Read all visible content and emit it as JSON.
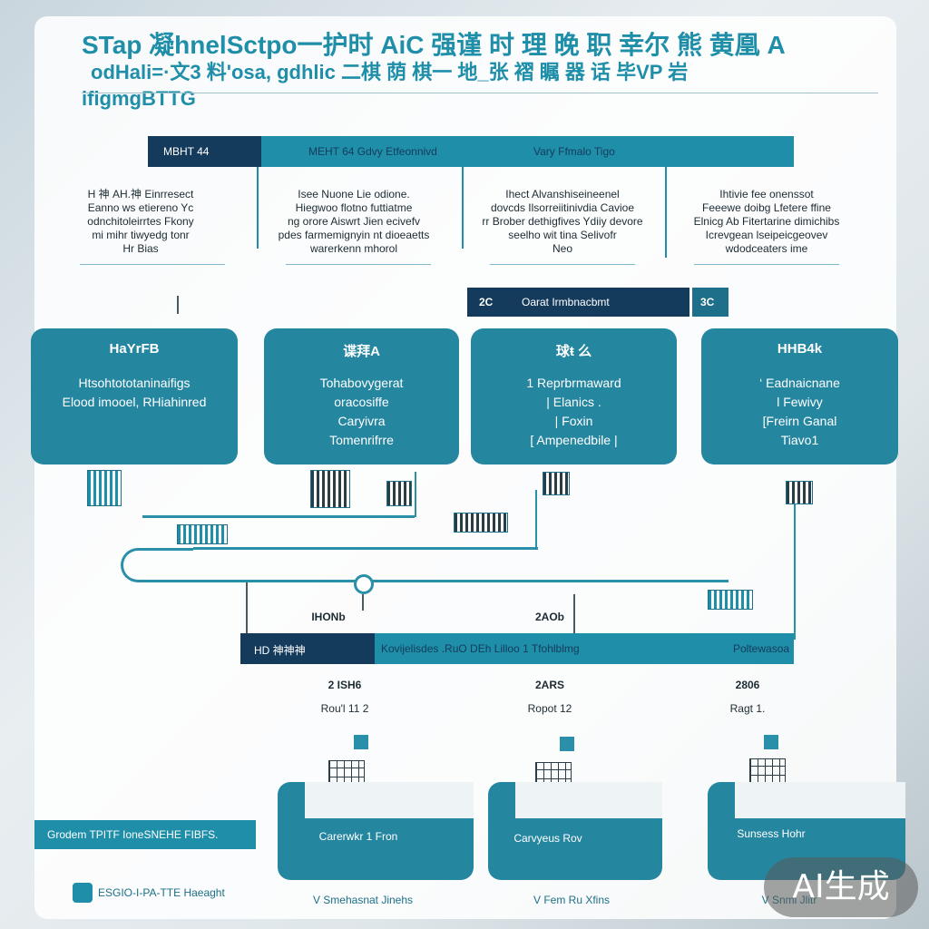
{
  "title": {
    "line1": "STap 凝hnelSctpo一护时 AiC 强谨 时 理 晚 职 幸尔 熊 黄凰 A",
    "line2": "odHali=·文3 料'osa, gdhlic 二棋 荫 棋一 地_张 褶 瞩 器 话 毕VP 岩",
    "line3": "ifigmgBTTG"
  },
  "top_bar": {
    "dark_label": "MBHT 44",
    "center_label": "MEHT 64 Gdvy Etfeonnivd",
    "right_label": "Vary Ffmalo Tigo"
  },
  "columns": [
    {
      "lines": [
        "H 神 AH.神 Einrresect",
        "Eanno ws etiereno Yc",
        "odnchitoleirrtes Fkony",
        "mi mihr tiwyedg tonr",
        "Hr Bias"
      ]
    },
    {
      "lines": [
        "Isee Nuone Lie odione.",
        "Hiegwoo flotno futtiatme",
        "ng orore Aiswrt Jien ecivefv",
        "pdes farmemignyin nt dioeaetts",
        "warerkenn mhorol"
      ]
    },
    {
      "lines": [
        "Ihect Alvanshiseineenel",
        "dovcds Ilsorreiitinivdia Cavioe",
        "rr Brober dethigfives Ydiiy devore",
        "seelho wit tina Selivofr",
        "Neo"
      ]
    },
    {
      "lines": [
        "Ihtivie fee onenssot",
        "Feeewe doibg Lfetere ffine",
        "Elnicg Ab Fitertarine dimichibs",
        "Icrevgean lseipeicgeovev",
        "wdodceaters ime"
      ]
    }
  ],
  "mid_bar": {
    "left": "2C",
    "center": "Oarat Irmbnacbmt",
    "tab": "3C"
  },
  "cards": [
    {
      "title": "HaYrFB",
      "lines": [
        "Htsohtototaninaifigs",
        "Elood imooel, RHiahinred"
      ]
    },
    {
      "title": "谍拜A",
      "lines": [
        "Tohabovygerat",
        "oracosiffe",
        "Caryivra",
        "Tomenrifrre"
      ]
    },
    {
      "title": "球ŧ 么",
      "lines": [
        "1 Reprbrmaward",
        "| Elanics .",
        "| Foxin",
        "[ Ampenedbile |"
      ]
    },
    {
      "title": "HHB4k",
      "lines": [
        "‘ Eadnaicnane",
        "l Fewivy",
        "[Freirn Ganal",
        "Tiavo1"
      ]
    }
  ],
  "years_top": [
    "IHONb",
    "2AOb"
  ],
  "low_bar": {
    "dark_label": "HD 神神神",
    "center_label": "Kovijelisdes .RuO DEh Lilloo 1 Tfohlblmg",
    "right_label": "Poltewasoa"
  },
  "years_bottom": [
    {
      "year": "2 ISH6",
      "sub": "Rou'l 11 2"
    },
    {
      "year": "2ARS",
      "sub": "Ropot 12"
    },
    {
      "year": "2806",
      "sub": "Ragt 1."
    }
  ],
  "bottom_label": "Grodem  TPITF  IoneSNEHE  FIBFS.",
  "trays": [
    {
      "label": "Carerwkr 1 Fron",
      "foot": "V  Smehasnat Jinehs"
    },
    {
      "label": "Carvyeus Rov",
      "foot": "V  Fem Ru Xfins"
    },
    {
      "label": "Sunsess Hohr",
      "foot": "V  Snmi  Jlitr"
    }
  ],
  "footer": {
    "text": "ESGIO-I-PA-TTE Haeaght"
  },
  "watermark": "AI生成",
  "colors": {
    "accent": "#1e8ea9",
    "dark": "#153b5c",
    "card": "#2586a0"
  }
}
